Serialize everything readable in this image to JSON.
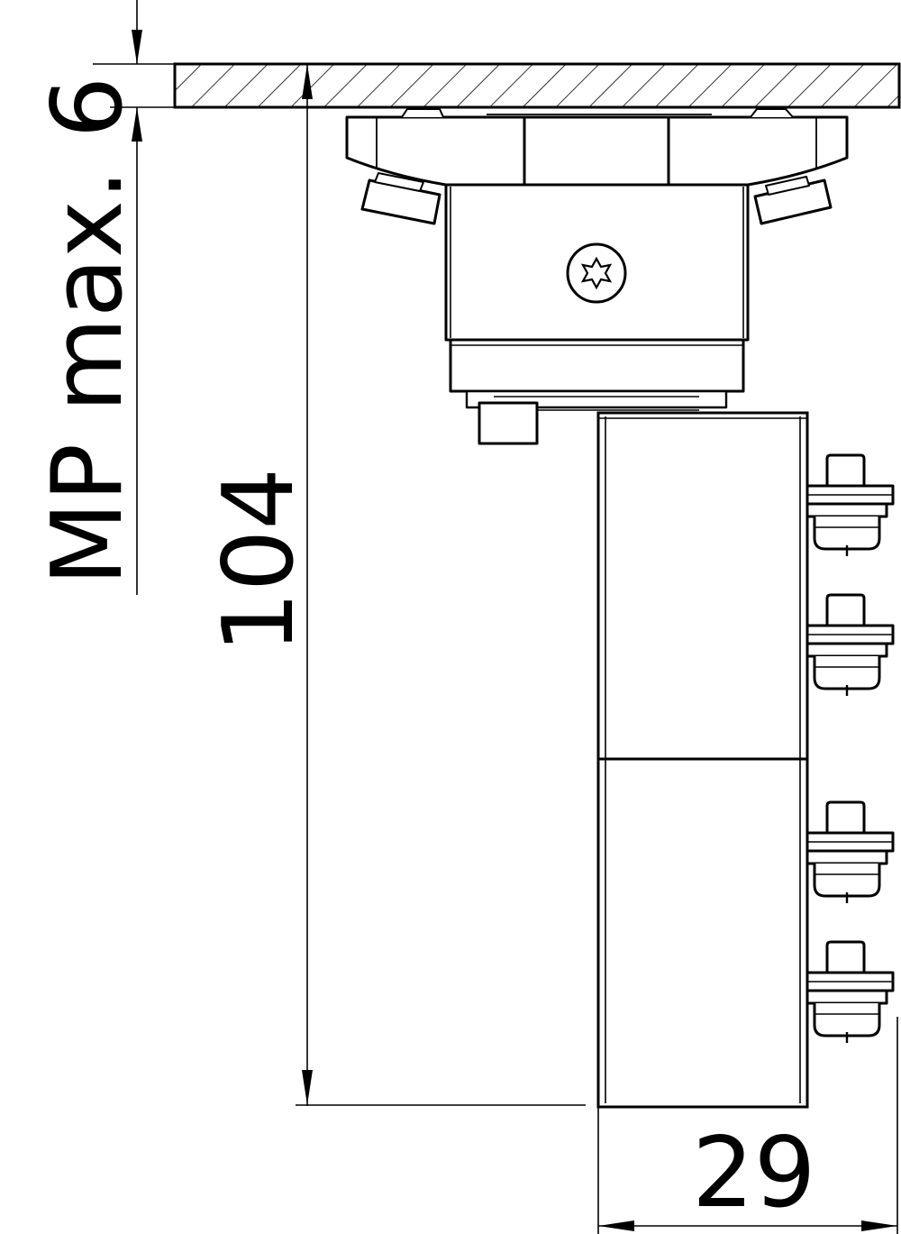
{
  "dimensions": {
    "mounting_plate_label": "MP max. 6",
    "height_label": "104",
    "width_label": "29"
  },
  "colors": {
    "line": "#000000",
    "background": "#ffffff"
  }
}
